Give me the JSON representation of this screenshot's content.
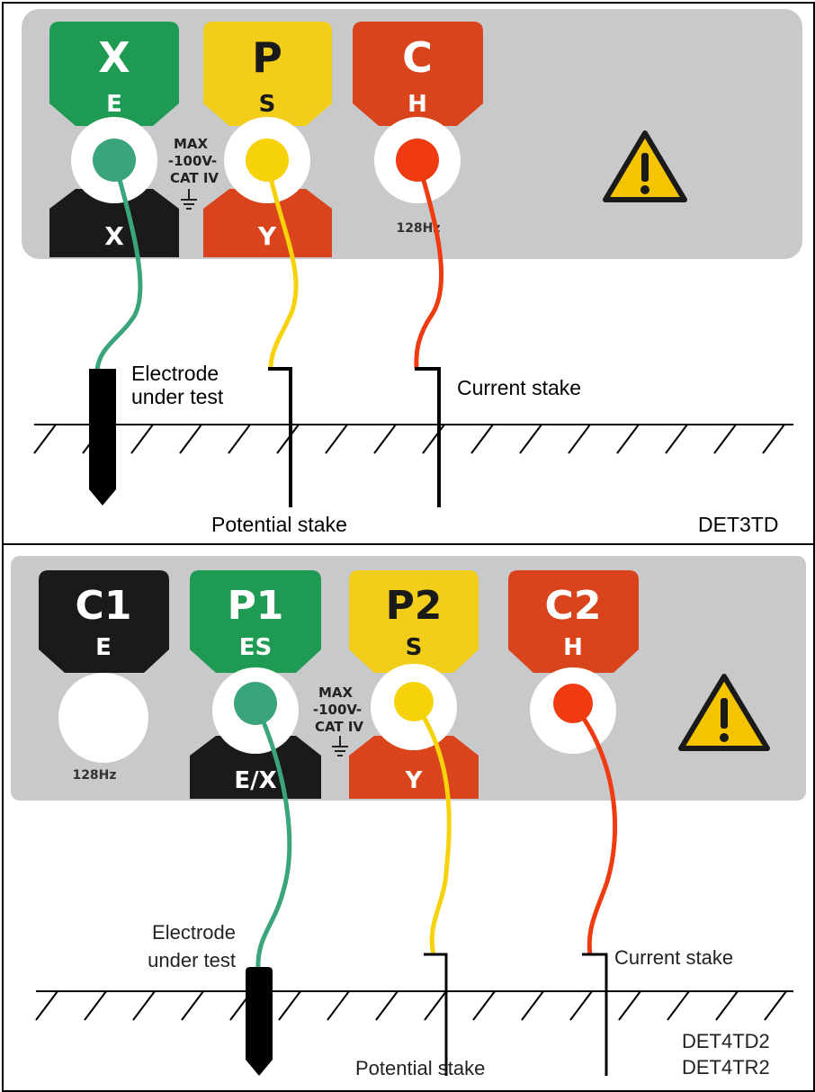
{
  "top": {
    "terminals": [
      {
        "top": "X",
        "sub": "E",
        "bottom": "X",
        "color": "#1f9a52",
        "bottom_color": "#1a1a1a"
      },
      {
        "top": "P",
        "sub": "S",
        "bottom": "Y",
        "color": "#f2cd1a",
        "bottom_color": "#d9441c"
      },
      {
        "top": "C",
        "sub": "H",
        "bottom": "",
        "color": "#d9441c"
      }
    ],
    "rating": [
      "MAX",
      "-100V-",
      "CAT IV"
    ],
    "frequency": "128Hz",
    "labels": {
      "electrode": [
        "Electrode",
        "under test"
      ],
      "current_stake": "Current stake",
      "potential_stake": "Potential stake",
      "model": "DET3TD"
    }
  },
  "bottom": {
    "terminals": [
      {
        "top": "C1",
        "sub": "E",
        "color": "#1a1a1a"
      },
      {
        "top": "P1",
        "sub": "ES",
        "bottom": "E/X",
        "color": "#1f9a52",
        "bottom_color": "#1a1a1a"
      },
      {
        "top": "P2",
        "sub": "S",
        "bottom": "Y",
        "color": "#f2cd1a",
        "bottom_color": "#d9441c"
      },
      {
        "top": "C2",
        "sub": "H",
        "color": "#d9441c"
      }
    ],
    "rating": [
      "MAX",
      "-100V-",
      "CAT IV"
    ],
    "frequency": "128Hz",
    "labels": {
      "electrode": [
        "Electrode",
        "under test"
      ],
      "current_stake": "Current stake",
      "potential_stake": "Potential stake",
      "models": [
        "DET4TD2",
        "DET4TR2"
      ]
    }
  },
  "colors": {
    "panel": "#c8c9cb",
    "green_lead": "#3aa57a",
    "yellow_lead": "#f5d20a",
    "red_lead": "#f03a10",
    "warning": "#f5c400"
  }
}
